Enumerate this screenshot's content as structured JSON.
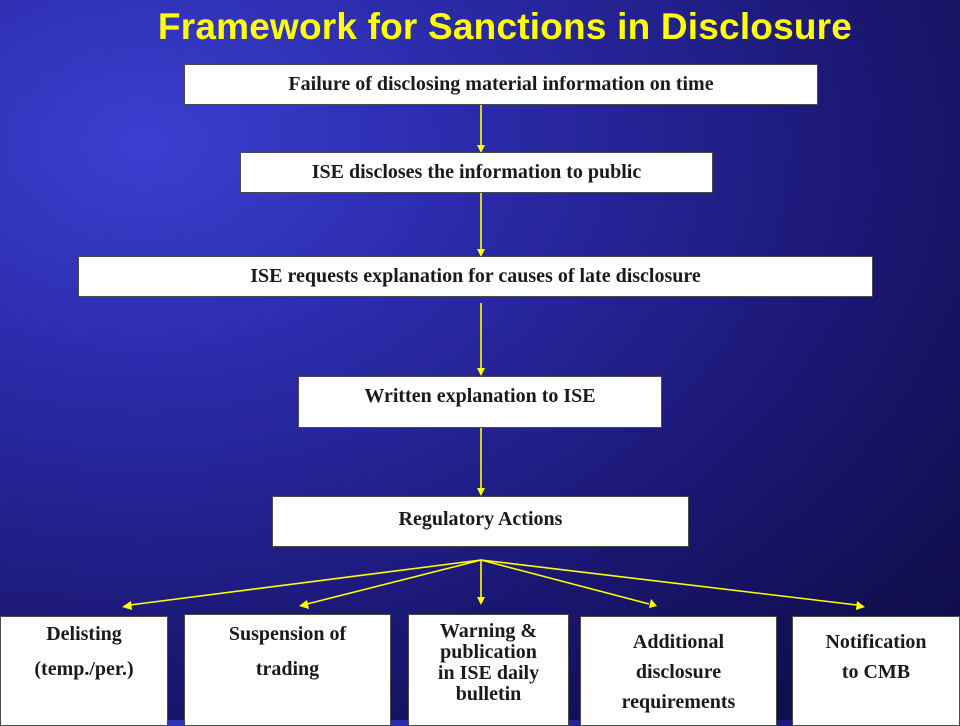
{
  "title": "Framework for Sanctions in Disclosure",
  "colors": {
    "title": "#ffff00",
    "arrow": "#ffff00",
    "box_fill": "#ffffff",
    "box_text": "#1a1a1a"
  },
  "flow": {
    "step1": "Failure of disclosing material information on time",
    "step2": "ISE discloses the information to public",
    "step3": "ISE requests explanation for causes of late disclosure",
    "step4": "Written explanation to ISE",
    "step5": "Regulatory Actions"
  },
  "outcomes": {
    "delisting_line1": "Delisting",
    "delisting_line2": "(temp./per.)",
    "suspension_line1": "Suspension of",
    "suspension_line2": "trading",
    "warning_line1": "Warning &",
    "warning_line2": "publication",
    "warning_line3": "in ISE daily",
    "warning_line4": "bulletin",
    "additional_line1": "Additional",
    "additional_line2": "disclosure",
    "additional_line3": "requirements",
    "notification_line1": "Notification",
    "notification_line2": "to CMB"
  }
}
